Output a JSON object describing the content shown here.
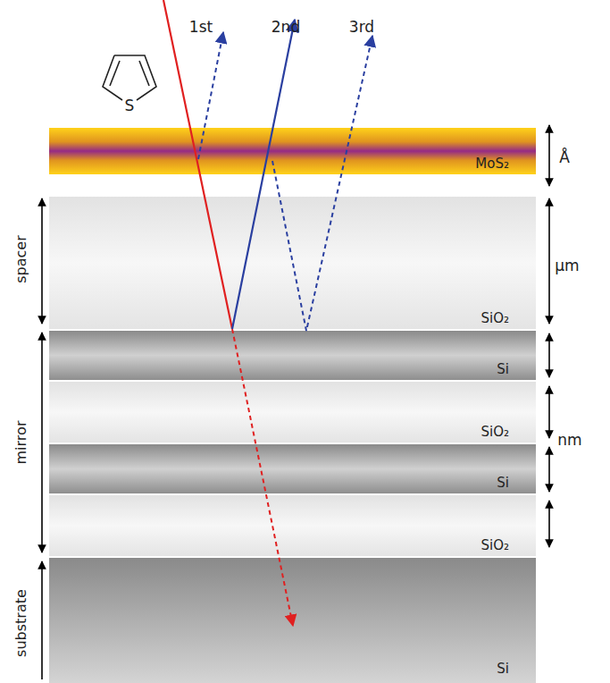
{
  "diagram": {
    "nodes": [
      {
        "text": [
          "MoS₂"
        ]
      },
      {
        "text": [
          "SiO₂"
        ]
      },
      {
        "text": [
          "Si"
        ]
      },
      {
        "text": [
          "SiO₂"
        ]
      },
      {
        "text": [
          "Si"
        ]
      },
      {
        "text": [
          "SiO₂"
        ]
      },
      {
        "text": [
          "Si"
        ]
      }
    ],
    "labels": [
      "S",
      "1st",
      "2nd",
      "3rd",
      "Å",
      "µm",
      "nm",
      "spacer",
      "mirror",
      "substrate"
    ]
  }
}
